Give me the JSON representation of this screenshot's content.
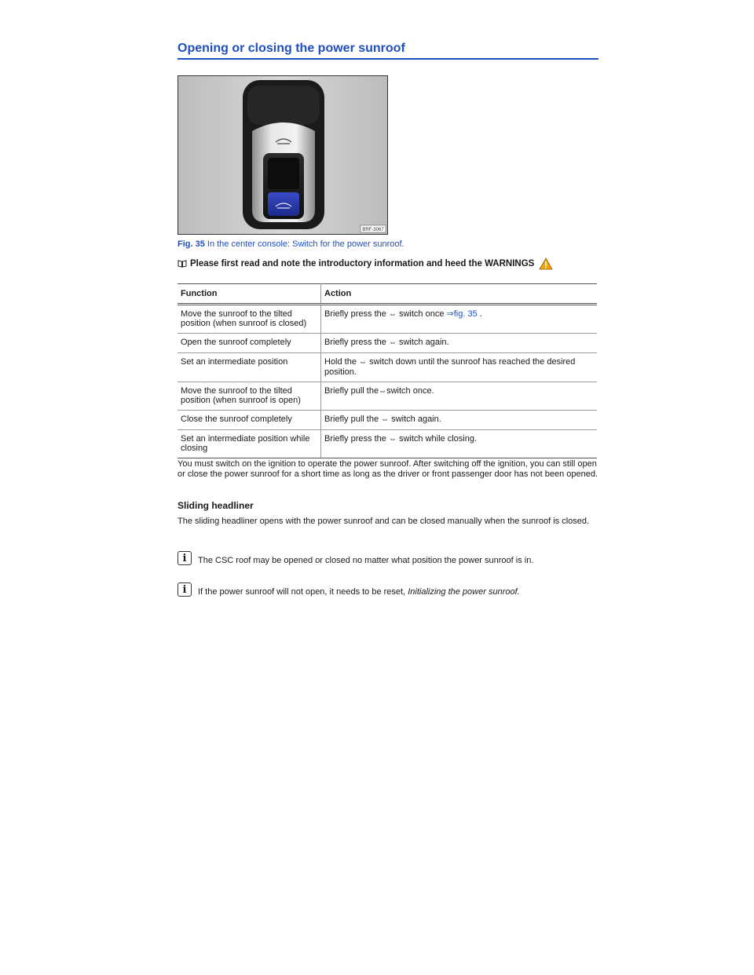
{
  "page": {
    "title": "Opening or closing the power sunroof"
  },
  "figure": {
    "code": "BRF-3067",
    "caption_label": "Fig. 35",
    "caption_text": " In the center console: Switch for the power sunroof."
  },
  "notice": {
    "text": "Please first read and note the introductory information and heed the WARNINGS"
  },
  "table": {
    "headers": [
      "Function",
      "Action"
    ],
    "switch_symbol": "⇔",
    "rows": [
      {
        "function": "Move the sunroof to the tilted position (when sunroof is closed)",
        "action_pre": "Briefly press the ",
        "action_post": " switch once ",
        "link": "⇒fig. 35",
        "tail": " ."
      },
      {
        "function": "Open the sunroof completely",
        "action_pre": "Briefly press the ",
        "action_post": " switch again."
      },
      {
        "function": "Set an intermediate position",
        "action_pre": "Hold the ",
        "action_post": " switch down until the sunroof has reached the desired position."
      },
      {
        "function": "Move the sunroof to the tilted position (when sunroof is open)",
        "action_pre": "Briefly pull the",
        "action_post": "switch once."
      },
      {
        "function": "Close the sunroof completely",
        "action_pre": "Briefly pull the ",
        "action_post": " switch again."
      },
      {
        "function": "Set an intermediate position while closing",
        "action_pre": "Briefly press the ",
        "action_post": " switch while closing."
      }
    ]
  },
  "body": {
    "ignition_para": "You must switch on the ignition to operate the power sunroof. After switching off the ignition, you can still open or close the power sunroof for a short time as long as the driver or front passenger door has not been opened.",
    "subhead": "Sliding headliner",
    "headliner_para": "The sliding headliner opens with the power sunroof and can be closed manually when the sunroof is closed."
  },
  "notes": [
    {
      "text": "The CSC roof may be opened or closed no matter what position the power sunroof is in."
    },
    {
      "text": "If the power sunroof will not open, it needs to be reset, ",
      "italic": "Initializing the power sunroof."
    }
  ],
  "colors": {
    "accent": "#1f4fbf",
    "warning": "#f0a500"
  }
}
